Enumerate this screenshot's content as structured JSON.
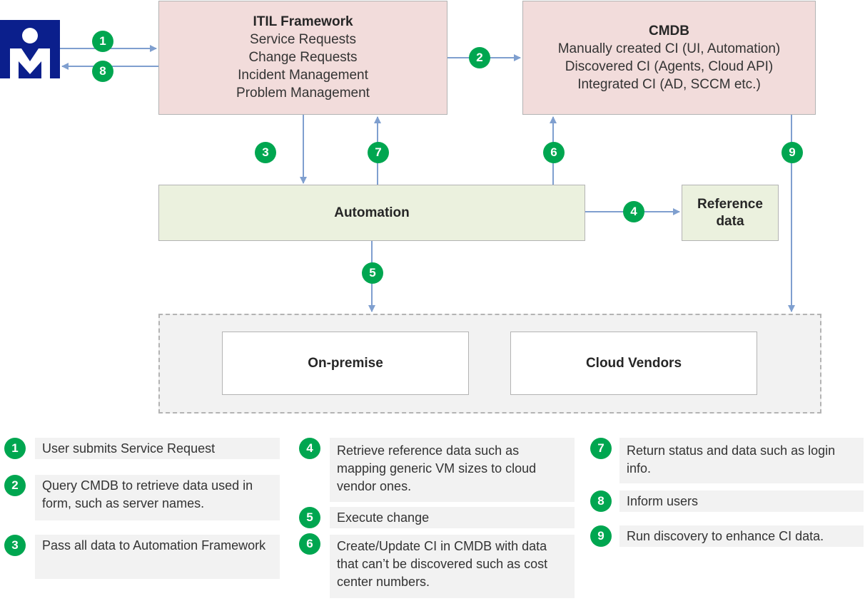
{
  "diagram": {
    "itil": {
      "title": "ITIL Framework",
      "lines": [
        "Service Requests",
        "Change Requests",
        "Incident Management",
        "Problem Management"
      ]
    },
    "cmdb": {
      "title": "CMDB",
      "lines": [
        "Manually created CI (UI, Automation)",
        "Discovered CI (Agents, Cloud API)",
        "Integrated CI (AD, SCCM etc.)"
      ]
    },
    "automation": {
      "title": "Automation"
    },
    "reference": {
      "title_line1": "Reference",
      "title_line2": "data"
    },
    "on_premise": {
      "title": "On-premise"
    },
    "cloud": {
      "title": "Cloud Vendors"
    },
    "badges": [
      "1",
      "2",
      "3",
      "4",
      "5",
      "6",
      "7",
      "8",
      "9"
    ],
    "colors": {
      "badge": "#00a650",
      "arrow": "#7f9fcf",
      "pink": "#f2dcdb",
      "green": "#ebf1de"
    }
  },
  "legend": [
    {
      "num": "1",
      "text": "User submits Service Request"
    },
    {
      "num": "2",
      "text": "Query CMDB to retrieve data used in form, such as server names."
    },
    {
      "num": "3",
      "text": "Pass all data to Automation Framework"
    },
    {
      "num": "4",
      "text": "Retrieve reference data such as mapping generic VM sizes to cloud vendor ones."
    },
    {
      "num": "5",
      "text": "Execute change"
    },
    {
      "num": "6",
      "text": "Create/Update CI in CMDB with data that can’t be discovered such as cost center numbers."
    },
    {
      "num": "7",
      "text": "Return status and data such as login info."
    },
    {
      "num": "8",
      "text": "Inform users"
    },
    {
      "num": "9",
      "text": "Run discovery to enhance CI data."
    }
  ]
}
